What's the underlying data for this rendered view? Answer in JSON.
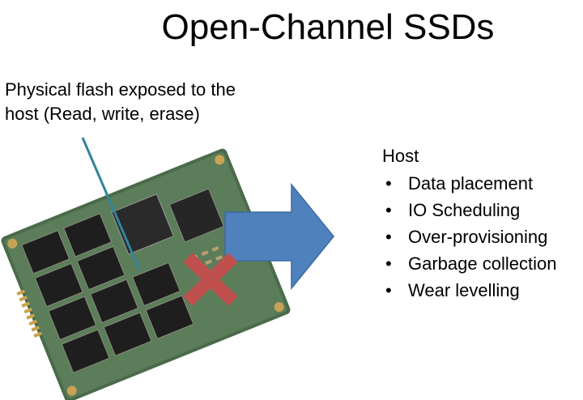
{
  "slide": {
    "title": "Open-Channel SSDs",
    "caption_line1": "Physical flash exposed to the",
    "caption_line2": "host (Read, write, erase)"
  },
  "host": {
    "title": "Host",
    "bullet_char": "•",
    "items": [
      "Data placement",
      "IO Scheduling",
      "Over-provisioning",
      "Garbage collection",
      "Wear levelling"
    ]
  },
  "colors": {
    "arrow_fill": "#4f81bd",
    "arrow_stroke": "#3a6aa3",
    "cross": "#c0504d",
    "pointer_line": "#31849b",
    "pcb_green": "#4a6b4a",
    "chip": "#1e1e1e"
  },
  "icons": {
    "board": "ssd-circuit-board-image",
    "arrow": "right-arrow-icon",
    "cross": "red-cross-icon"
  }
}
